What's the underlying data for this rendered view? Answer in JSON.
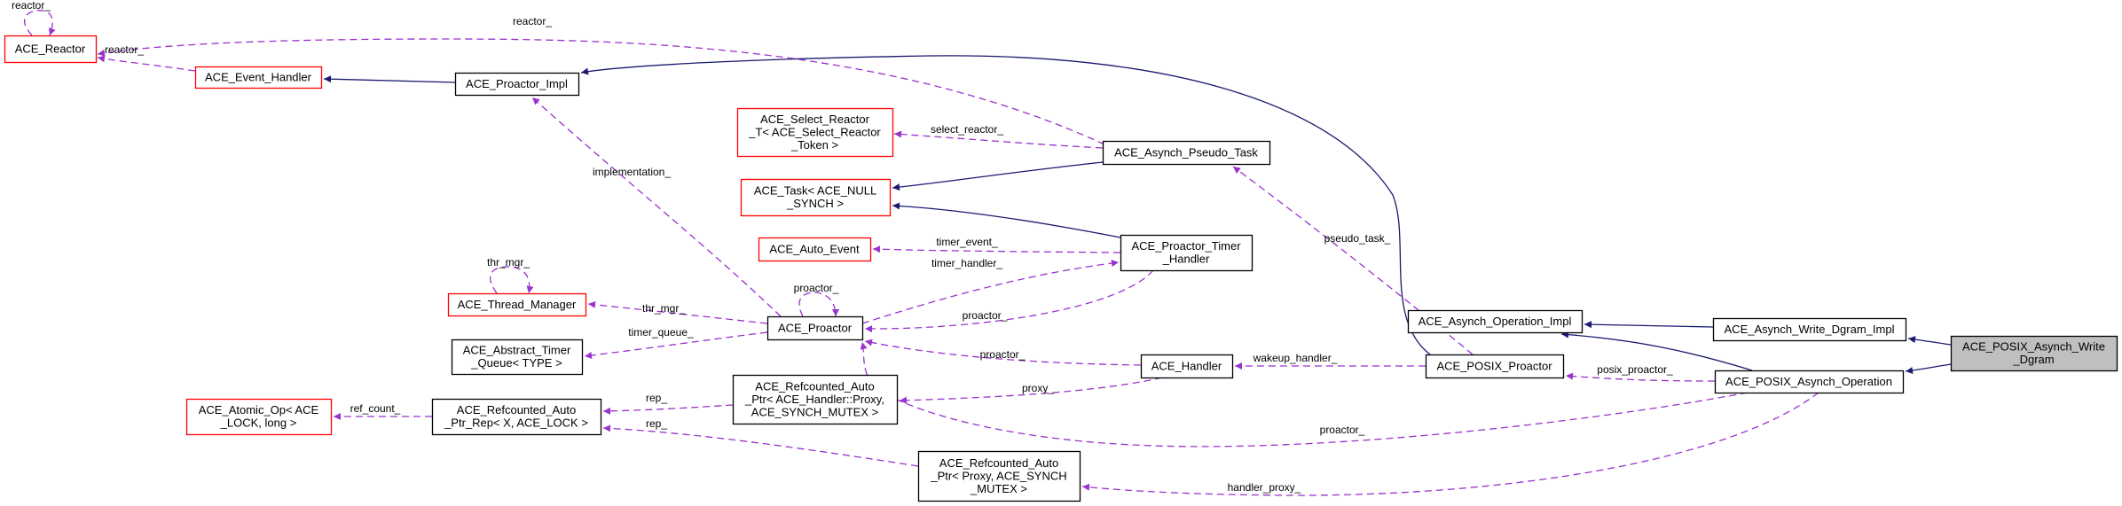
{
  "diagram": {
    "title": "Collaboration diagram for ACE_POSIX_Asynch_Write_Dgram",
    "colors": {
      "inheritance_edge": "#191970",
      "usage_edge": "#9a32cd",
      "normal_border": "#000000",
      "undocumented_border": "#ff0000",
      "focus_fill": "#bfbfbf"
    },
    "nodes": [
      {
        "id": "reactor",
        "lines": [
          "ACE_Reactor"
        ],
        "style": "red"
      },
      {
        "id": "event_handler",
        "lines": [
          "ACE_Event_Handler"
        ],
        "style": "red"
      },
      {
        "id": "proactor_impl",
        "lines": [
          "ACE_Proactor_Impl"
        ],
        "style": "normal"
      },
      {
        "id": "select_reactor",
        "lines": [
          "ACE_Select_Reactor",
          "_T< ACE_Select_Reactor",
          "_Token >"
        ],
        "style": "red"
      },
      {
        "id": "task",
        "lines": [
          "ACE_Task< ACE_NULL",
          "_SYNCH >"
        ],
        "style": "red"
      },
      {
        "id": "auto_event",
        "lines": [
          "ACE_Auto_Event"
        ],
        "style": "red"
      },
      {
        "id": "thread_manager",
        "lines": [
          "ACE_Thread_Manager"
        ],
        "style": "red"
      },
      {
        "id": "abstract_timer_queue",
        "lines": [
          "ACE_Abstract_Timer",
          "_Queue< TYPE >"
        ],
        "style": "normal"
      },
      {
        "id": "proactor",
        "lines": [
          "ACE_Proactor"
        ],
        "style": "normal"
      },
      {
        "id": "pseudo_task",
        "lines": [
          "ACE_Asynch_Pseudo_Task"
        ],
        "style": "normal"
      },
      {
        "id": "timer_handler",
        "lines": [
          "ACE_Proactor_Timer",
          "_Handler"
        ],
        "style": "normal"
      },
      {
        "id": "handler",
        "lines": [
          "ACE_Handler"
        ],
        "style": "normal"
      },
      {
        "id": "atomic_op",
        "lines": [
          "ACE_Atomic_Op< ACE",
          "_LOCK, long >"
        ],
        "style": "red"
      },
      {
        "id": "refcounted_rep",
        "lines": [
          "ACE_Refcounted_Auto",
          "_Ptr_Rep< X, ACE_LOCK >"
        ],
        "style": "normal"
      },
      {
        "id": "refcounted_handler_proxy",
        "lines": [
          "ACE_Refcounted_Auto",
          "_Ptr< ACE_Handler::Proxy,",
          "ACE_SYNCH_MUTEX >"
        ],
        "style": "normal"
      },
      {
        "id": "refcounted_proxy",
        "lines": [
          "ACE_Refcounted_Auto",
          "_Ptr< Proxy, ACE_SYNCH",
          "_MUTEX >"
        ],
        "style": "normal"
      },
      {
        "id": "asynch_operation_impl",
        "lines": [
          "ACE_Asynch_Operation_Impl"
        ],
        "style": "normal"
      },
      {
        "id": "posix_proactor",
        "lines": [
          "ACE_POSIX_Proactor"
        ],
        "style": "normal"
      },
      {
        "id": "write_dgram_impl",
        "lines": [
          "ACE_Asynch_Write_Dgram_Impl"
        ],
        "style": "normal"
      },
      {
        "id": "posix_asynch_operation",
        "lines": [
          "ACE_POSIX_Asynch_Operation"
        ],
        "style": "normal"
      },
      {
        "id": "posix_asynch_write_dgram",
        "lines": [
          "ACE_POSIX_Asynch_Write",
          "_Dgram"
        ],
        "style": "focus"
      }
    ],
    "edges": [
      {
        "id": "e1",
        "from": "reactor",
        "to": "reactor",
        "kind": "use",
        "label": "reactor_"
      },
      {
        "id": "e2",
        "from": "pseudo_task",
        "to": "reactor",
        "kind": "use",
        "label": "reactor_"
      },
      {
        "id": "e3",
        "from": "event_handler",
        "to": "reactor",
        "kind": "use",
        "label": "reactor_"
      },
      {
        "id": "e4",
        "from": "proactor_impl",
        "to": "event_handler",
        "kind": "inherit",
        "label": ""
      },
      {
        "id": "e5",
        "from": "posix_proactor",
        "to": "proactor_impl",
        "kind": "inherit",
        "label": ""
      },
      {
        "id": "e6",
        "from": "proactor",
        "to": "proactor_impl",
        "kind": "use",
        "label": "implementation_"
      },
      {
        "id": "e7",
        "from": "pseudo_task",
        "to": "select_reactor",
        "kind": "use",
        "label": "select_reactor_"
      },
      {
        "id": "e8",
        "from": "pseudo_task",
        "to": "task",
        "kind": "inherit",
        "label": ""
      },
      {
        "id": "e9",
        "from": "timer_handler",
        "to": "task",
        "kind": "inherit",
        "label": ""
      },
      {
        "id": "e10",
        "from": "timer_handler",
        "to": "auto_event",
        "kind": "use",
        "label": "timer_event_"
      },
      {
        "id": "e11",
        "from": "proactor",
        "to": "timer_handler",
        "kind": "use",
        "label": "timer_handler_"
      },
      {
        "id": "e12",
        "from": "posix_proactor",
        "to": "pseudo_task",
        "kind": "use",
        "label": "pseudo_task_"
      },
      {
        "id": "e13",
        "from": "thread_manager",
        "to": "thread_manager",
        "kind": "use",
        "label": "thr_mgr_"
      },
      {
        "id": "e14",
        "from": "proactor",
        "to": "thread_manager",
        "kind": "use",
        "label": "thr_mgr_"
      },
      {
        "id": "e15",
        "from": "proactor",
        "to": "proactor",
        "kind": "use",
        "label": "proactor_"
      },
      {
        "id": "e16",
        "from": "proactor",
        "to": "abstract_timer_queue",
        "kind": "use",
        "label": "timer_queue_"
      },
      {
        "id": "e17",
        "from": "timer_handler",
        "to": "proactor",
        "kind": "use",
        "label": "proactor_"
      },
      {
        "id": "e18",
        "from": "handler",
        "to": "proactor",
        "kind": "use",
        "label": "proactor_"
      },
      {
        "id": "e19",
        "from": "posix_proactor",
        "to": "handler",
        "kind": "use",
        "label": "wakeup_handler_"
      },
      {
        "id": "e20",
        "from": "handler",
        "to": "refcounted_handler_proxy",
        "kind": "use",
        "label": "proxy_"
      },
      {
        "id": "e21",
        "from": "refcounted_handler_proxy",
        "to": "refcounted_rep",
        "kind": "use",
        "label": "rep_"
      },
      {
        "id": "e22",
        "from": "refcounted_proxy",
        "to": "refcounted_rep",
        "kind": "use",
        "label": "rep_"
      },
      {
        "id": "e23",
        "from": "refcounted_rep",
        "to": "atomic_op",
        "kind": "use",
        "label": "ref_count_"
      },
      {
        "id": "e24",
        "from": "posix_asynch_operation",
        "to": "proactor",
        "kind": "use",
        "label": "proactor_"
      },
      {
        "id": "e25",
        "from": "posix_asynch_operation",
        "to": "refcounted_proxy",
        "kind": "use",
        "label": "handler_proxy_"
      },
      {
        "id": "e26",
        "from": "posix_asynch_operation",
        "to": "posix_proactor",
        "kind": "use",
        "label": "posix_proactor_"
      },
      {
        "id": "e27",
        "from": "posix_asynch_operation",
        "to": "asynch_operation_impl",
        "kind": "inherit",
        "label": ""
      },
      {
        "id": "e28",
        "from": "write_dgram_impl",
        "to": "asynch_operation_impl",
        "kind": "inherit",
        "label": ""
      },
      {
        "id": "e29",
        "from": "posix_asynch_write_dgram",
        "to": "write_dgram_impl",
        "kind": "inherit",
        "label": ""
      },
      {
        "id": "e30",
        "from": "posix_asynch_write_dgram",
        "to": "posix_asynch_operation",
        "kind": "inherit",
        "label": ""
      }
    ]
  }
}
